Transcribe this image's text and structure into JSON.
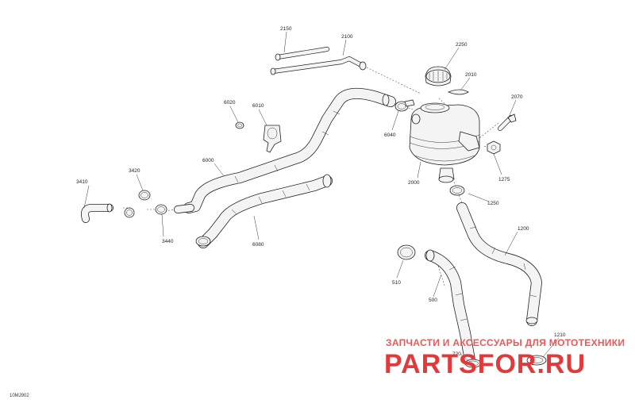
{
  "diagram": {
    "figure_code": "10MJ902",
    "labels": {
      "p2150": "2150",
      "p2100": "2100",
      "p2250": "2250",
      "p2010": "2010",
      "p2070": "2070",
      "p6020": "6020",
      "p6010": "6010",
      "p6040": "6040",
      "p6000": "6000",
      "p3420": "3420",
      "p3410": "3410",
      "p3440": "3440",
      "p6080": "6080",
      "p2000": "2000",
      "p1275": "1275",
      "p1250": "1250",
      "p1200": "1200",
      "p510": "510",
      "p500": "500",
      "p1210": "1210",
      "p720": "720"
    }
  },
  "watermark": {
    "subtitle": "ЗАПЧАСТИ И АКСЕССУАРЫ ДЛЯ МОТОТЕХНИКИ",
    "brand": "PARTSFOR.RU"
  }
}
